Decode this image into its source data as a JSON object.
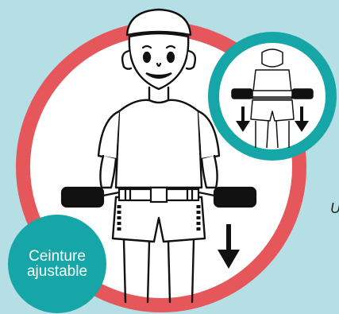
{
  "badge": {
    "line1": "Ceinture",
    "line2": "ajustable"
  },
  "side_text": "U",
  "colors": {
    "background": "#b6dee5",
    "main_ring": "#e5575a",
    "inset_ring": "#16a6a8",
    "badge_fill": "#16a6a8",
    "ink": "#111111"
  },
  "icons": [
    "child-figure-icon",
    "belt-with-handles-icon",
    "down-arrow-icon",
    "inset-child-figure-icon",
    "inset-down-arrow-icon"
  ]
}
